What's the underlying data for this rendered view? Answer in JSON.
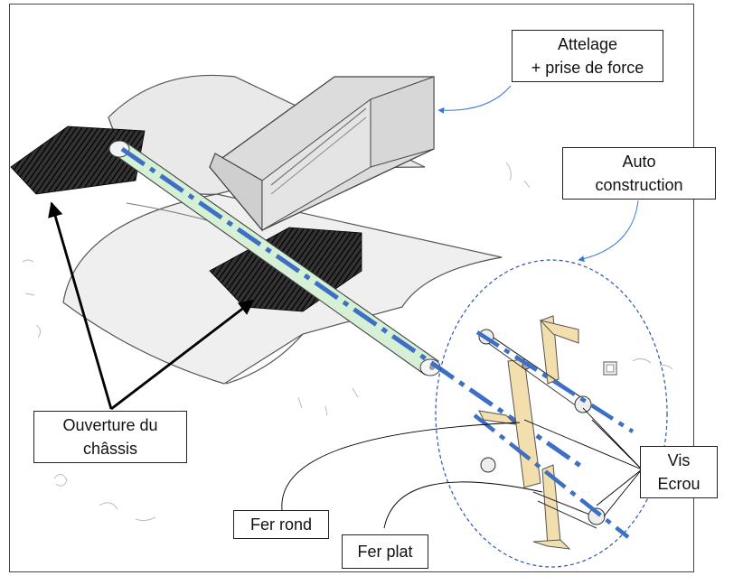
{
  "labels": {
    "attelage": [
      "Attelage",
      "+ prise de force"
    ],
    "auto": [
      "Auto",
      "construction"
    ],
    "ouverture": [
      "Ouverture du",
      "châssis"
    ],
    "vis": [
      "Vis",
      "Ecrou"
    ],
    "fer_rond": "Fer rond",
    "fer_plat": "Fer plat"
  },
  "colors": {
    "axis_line": "#3d6fc4",
    "leader_line": "#3a78d0",
    "rod_fill": "#d5f0d5",
    "plate_fill": "#f3dfae",
    "hatch": "#1a1a1a"
  }
}
